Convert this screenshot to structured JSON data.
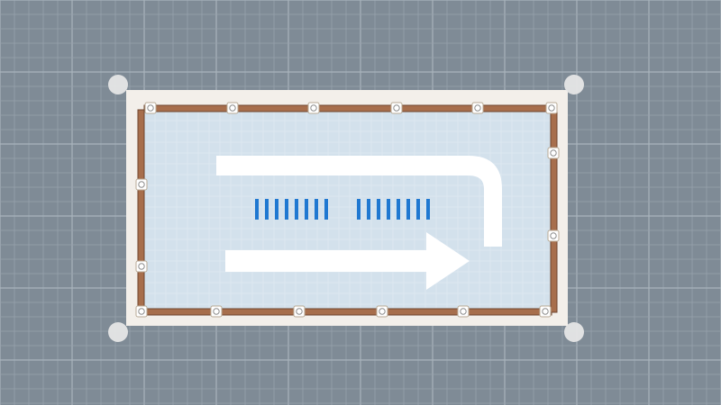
{
  "editor": {
    "colors": {
      "workspace_bg": "#7f8b96",
      "grid_minor": "#97a2ac",
      "grid_major": "#a9b3bc",
      "room_border": "#f3efea",
      "floor": "#d3e1ec",
      "floor_grid": "#dfe9f2",
      "fence_rail": "#a76e4c",
      "fence_rail_dark": "#6f4630",
      "post_fill": "#ffffff",
      "post_stroke": "#b8aa95",
      "resize_handle": "#e6e6e6",
      "arrow": "#ffffff",
      "stripe": "#1f78d1"
    },
    "room": {
      "handles": [
        "corner-handle-top-left",
        "corner-handle-top-right",
        "corner-handle-bottom-left",
        "corner-handle-bottom-right"
      ],
      "stripe_groups": [
        8,
        8
      ]
    }
  }
}
